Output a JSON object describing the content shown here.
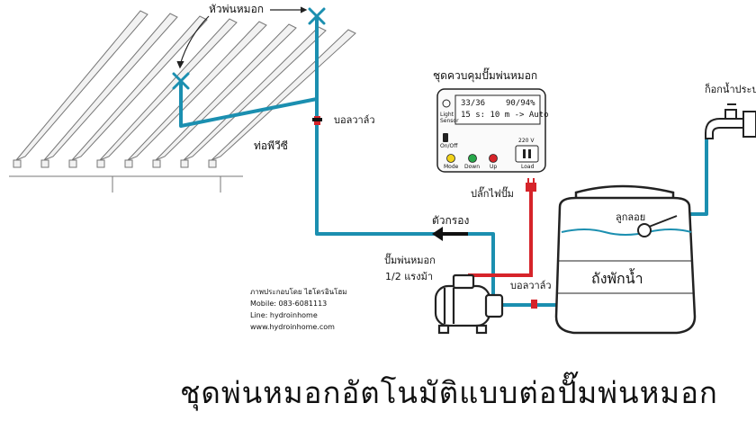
{
  "labels": {
    "sprinkler_heads": "หัวพ่นหมอก",
    "valve_top": "บอลวาล์ว",
    "pvc_pipe": "ท่อพีวีซี",
    "controller": "ชุดควบคุมปั๊มพ่นหมอก",
    "faucet": "ก็อกน้ำประปา",
    "plug": "ปลั๊กไฟปั๊ม",
    "filter": "ตัวกรอง",
    "pump": "ปั๊มพ่นหมอก",
    "pump_power": "1/2 แรงม้า",
    "valve_bottom": "บอลวาล์ว",
    "float": "ลูกลอย",
    "tank": "ถังพักน้ำ"
  },
  "controller_panel": {
    "lcd_row1_left": "33/36",
    "lcd_row1_right": "90/94%",
    "lcd_row2": "15 s: 10 m -> Auto",
    "light_sensor": "Light Sensor",
    "onoff": "On/Off",
    "voltage": "220 V",
    "mode": "Mode",
    "down": "Down",
    "up": "Up",
    "load": "Load"
  },
  "credits": {
    "line1": "ภาพประกอบโดย ไฮโดรอินโฮม",
    "line2": "Mobile: 083-6081113",
    "line3": "Line: hydroinhome",
    "line4": "www.hydroinhome.com"
  },
  "title": "ชุดพ่นหมอกอัตโนมัติแบบต่อปั๊มพ่นหมอก",
  "colors": {
    "water_pipe": "#1b8fb0",
    "power_cable": "#d6242a",
    "sprinkler_mark": "#1b8fb0",
    "button_mode": "#f1d21a",
    "button_down": "#27a84a",
    "button_up": "#d6242a",
    "tank_outline": "#222222"
  },
  "icons": [
    "sprinkler-x-icon",
    "faucet-icon",
    "plug-icon",
    "valve-icon",
    "filter-arrow-icon",
    "pump-motor-icon",
    "float-ball-icon",
    "water-tank-icon",
    "controller-box-icon"
  ]
}
